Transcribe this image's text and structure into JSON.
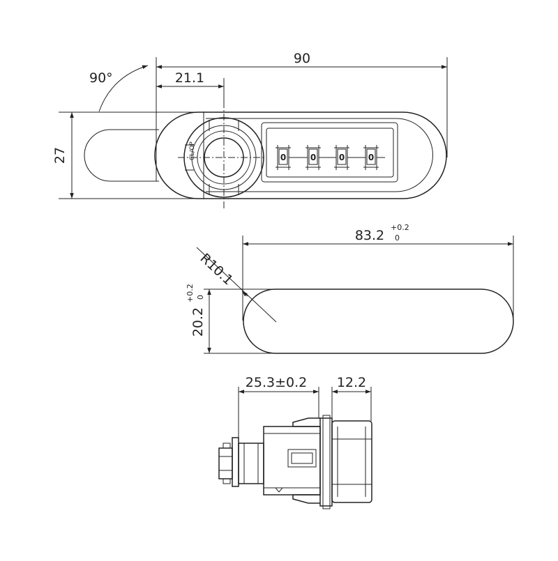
{
  "top_view": {
    "rotation": "90°",
    "width": "90",
    "center_offset": "21.1",
    "height": "27",
    "dial_digits": [
      "0",
      "0",
      "0",
      "0"
    ]
  },
  "cutout_view": {
    "width": "83.2",
    "width_tol_upper": "+0.2",
    "width_tol_lower": "0",
    "radius": "R10.1",
    "height": "20.2",
    "height_tol_upper": "+0.2",
    "height_tol_lower": "0"
  },
  "side_view": {
    "body_length": "25.3±0.2",
    "flange_length": "12.2"
  },
  "colors": {
    "line": "#222222",
    "background": "#ffffff"
  }
}
